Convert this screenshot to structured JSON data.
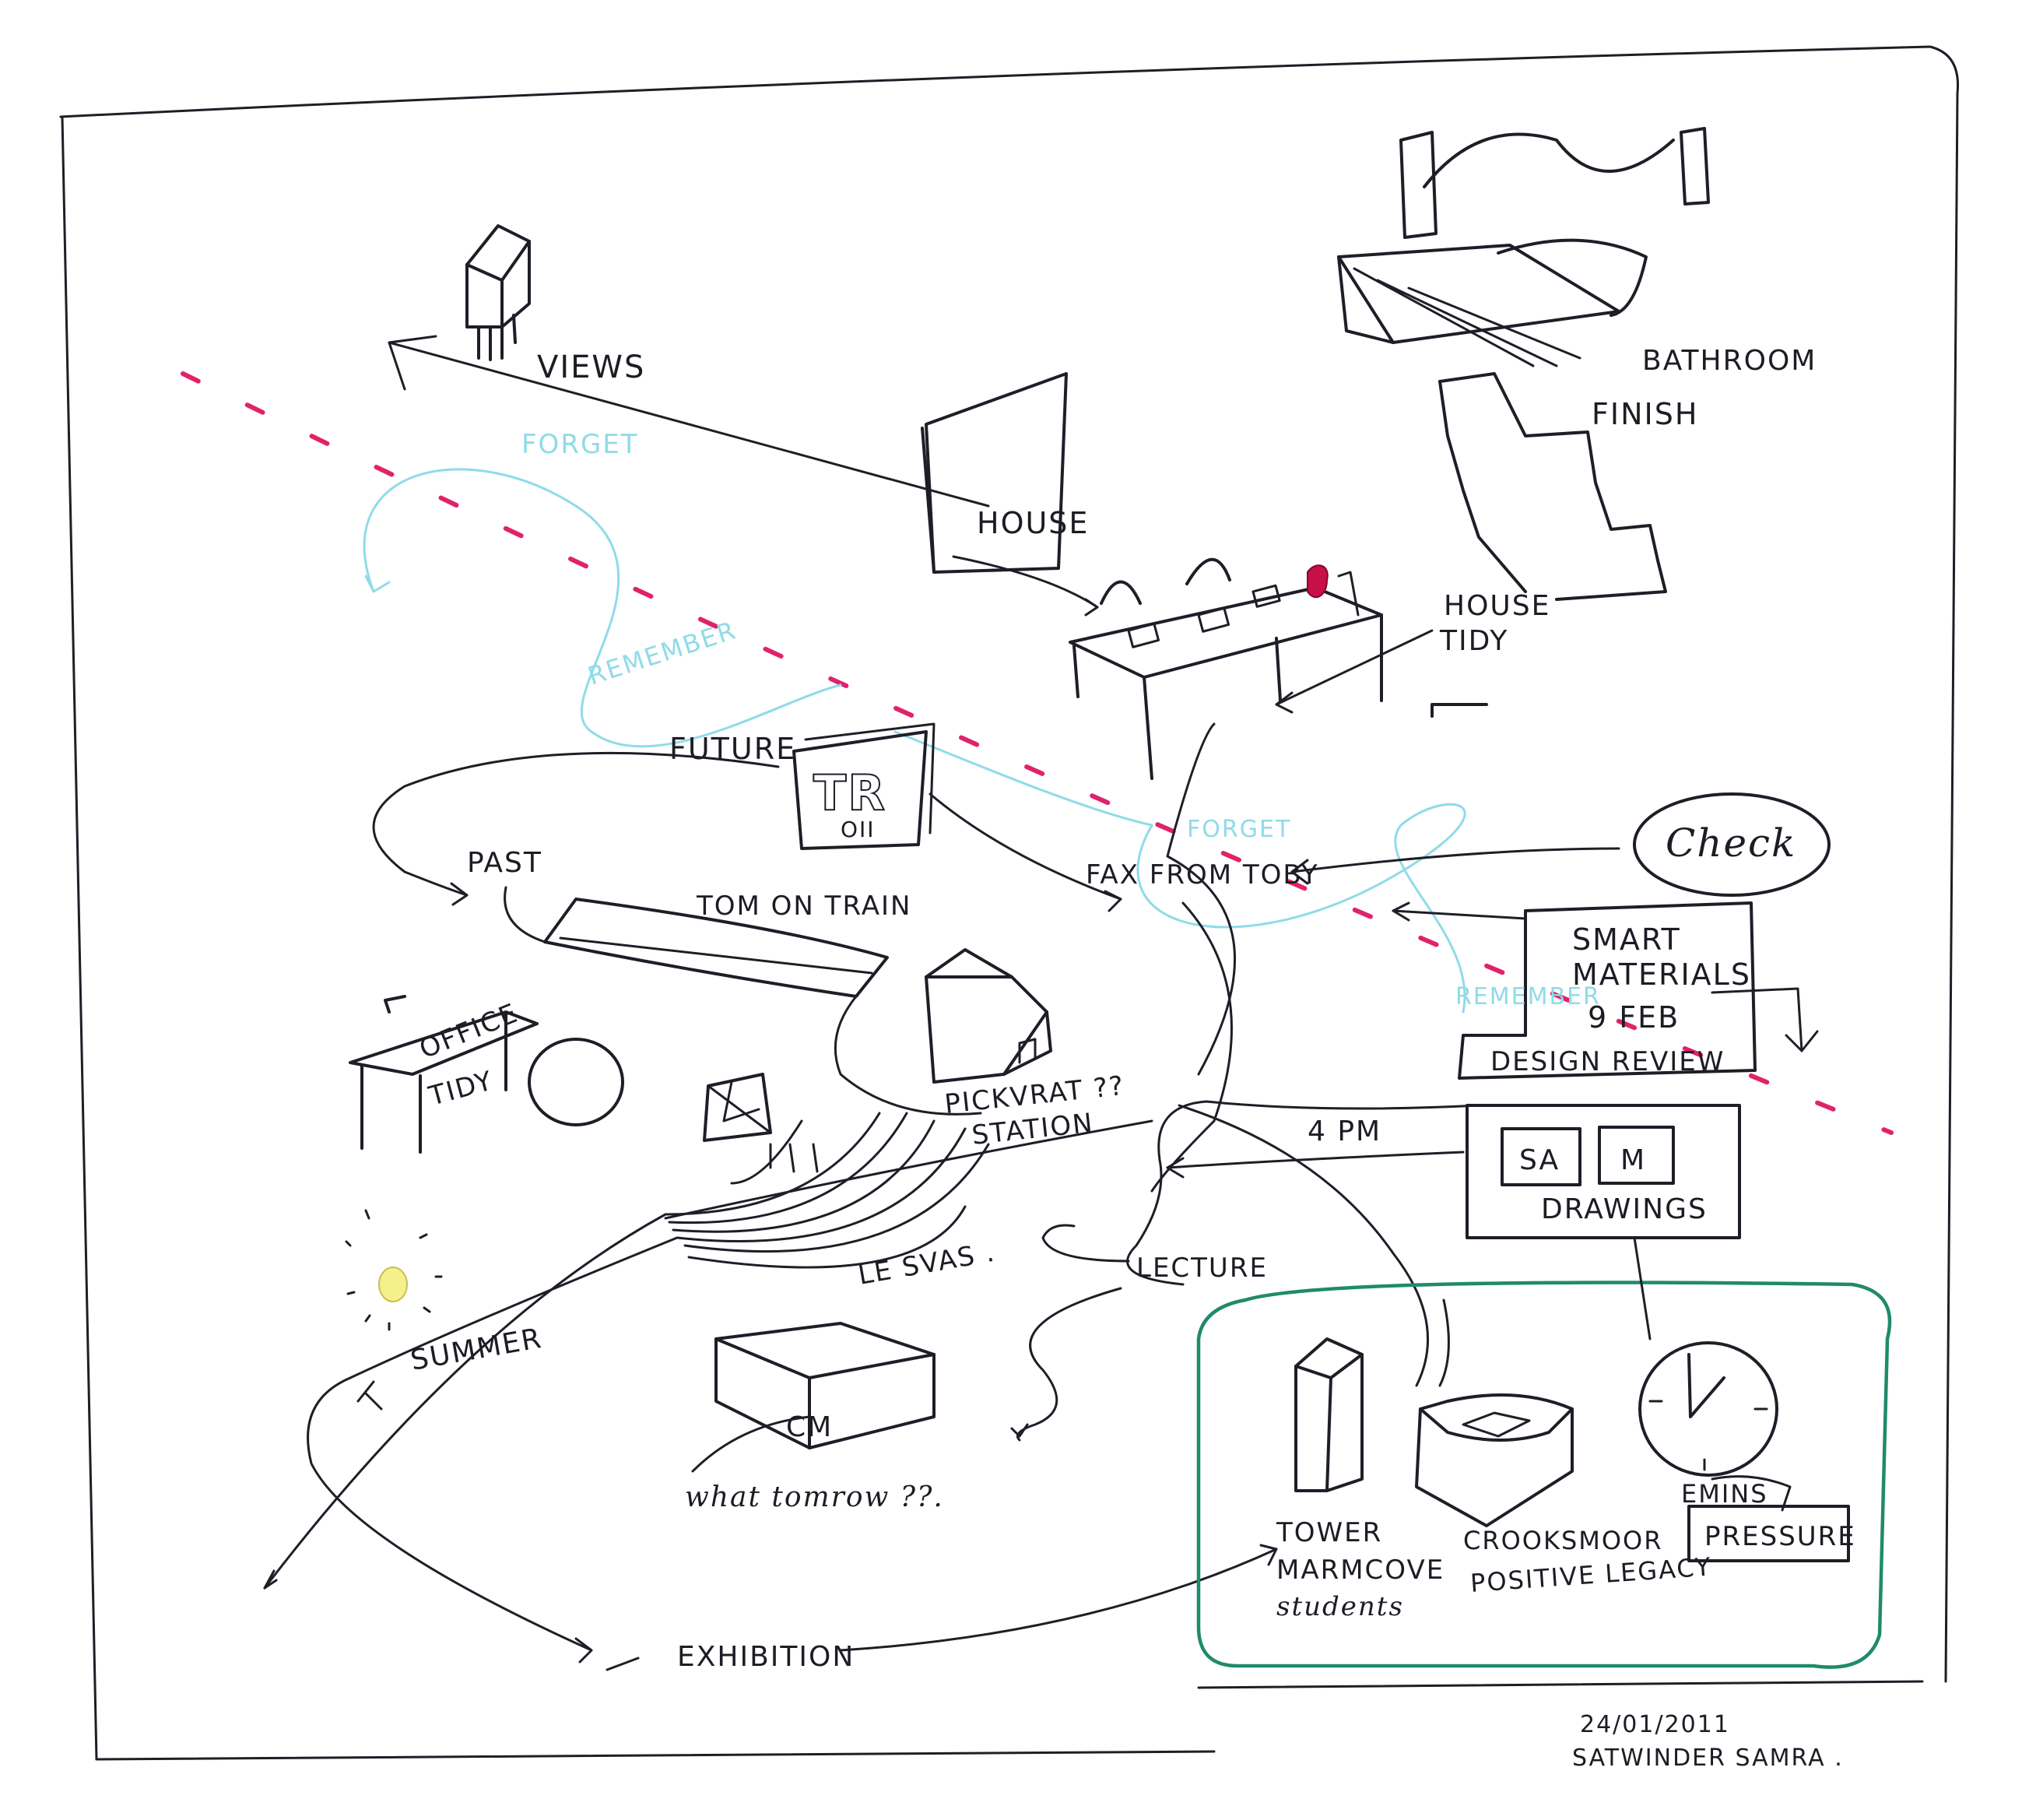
{
  "labels": {
    "views": "VIEWS",
    "forget_1": "FORGET",
    "remember_1": "REMEMBER",
    "house": "HOUSE",
    "bathroom": "BATHROOM",
    "finish": "FINISH",
    "house_tidy_1": "HOUSE",
    "house_tidy_2": "TIDY",
    "future": "FUTURE",
    "tr_sign": "TR",
    "tr_sub": "OII",
    "past": "PAST",
    "tom_on_train": "TOM ON TRAIN",
    "fax_from_toby": "FAX FROM TOBY",
    "forget_2": "FORGET",
    "check": "Check",
    "smart_1": "SMART",
    "smart_2": "MATERIALS",
    "smart_3": "9 FEB",
    "design_review": "DESIGN REVIEW",
    "remember_2": "REMEMBER",
    "office_1": "OFFICE",
    "office_2": "TIDY",
    "pickvrat_1": "PICKVRAT ??",
    "pickvrat_2": "STATION",
    "four_pm": "4 PM",
    "sa": "SA",
    "m": "M",
    "drawings": "DRAWINGS",
    "le_svas": "LE SVAS .",
    "lecture": "LECTURE",
    "summer": "SUMMER",
    "cm": "CM",
    "what_tomorrow": "what tomrow ??.",
    "tower_1": "TOWER",
    "tower_2": "MARMCOVE",
    "tower_3": "students",
    "crook_1": "CROOKSMOOR",
    "crook_2": "POSITIVE LEGACY",
    "emins": "EMINS",
    "pressure": "PRESSURE",
    "exhibition": "EXHIBITION",
    "date": "24/01/2011",
    "author": "SATWINDER SAMRA ."
  },
  "colors": {
    "ink": "#1e1e28",
    "cyan": "#8fdbe8",
    "magenta": "#e0226a",
    "teal": "#1f8a6c",
    "sun": "#f4f08a"
  }
}
